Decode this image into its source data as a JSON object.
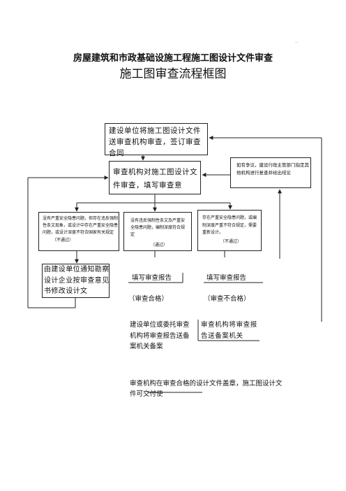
{
  "header": {
    "title": "房屋建筑和市政基础设施工程施工图设计文件审查",
    "subtitle": "施工图审查流程框图",
    "corner_mark": "··"
  },
  "flow": {
    "submit_box": "建设单位将施工图设计文件送审查机构审查，签订审查合同",
    "review_box": "审查机构对施工图设计文件审查，填写审查意",
    "dispute_box": "如有争议，建设行政主管部门指定其他机构进行复查并给出结论",
    "fail_left": {
      "text": "没有严重安全隐患问题，但存在违反强制性条文现象，或设计中存在严重安全隐患问题，或设计深度不符合国家有关规定",
      "status": "（不通过）"
    },
    "pass_middle": {
      "text": "没有违反强制性条文及严重安全隐患问题，编制深度符合规定",
      "status": "（通过）"
    },
    "fail_right": {
      "text": "存在严重安全隐患问题，或编制深度严重不符合规定，需要重新设计。",
      "status": "（不通过）"
    },
    "revise_box": "由建设单位通知勘察设计企业按审查意见书修改设计文",
    "report_pass": {
      "label": "填写审查报告",
      "status": "（审查合格）"
    },
    "report_fail": {
      "label": "填写审查报告",
      "status": "（审查不合格）"
    },
    "filing_pass": "建设单位或委托审查机构将审查报告送备案机关备案",
    "filing_fail": "审查机构将审查报告送备案机关",
    "final_note": "审查机构在审查合格的设计文件盖章，施工图设计文件可交付使"
  }
}
